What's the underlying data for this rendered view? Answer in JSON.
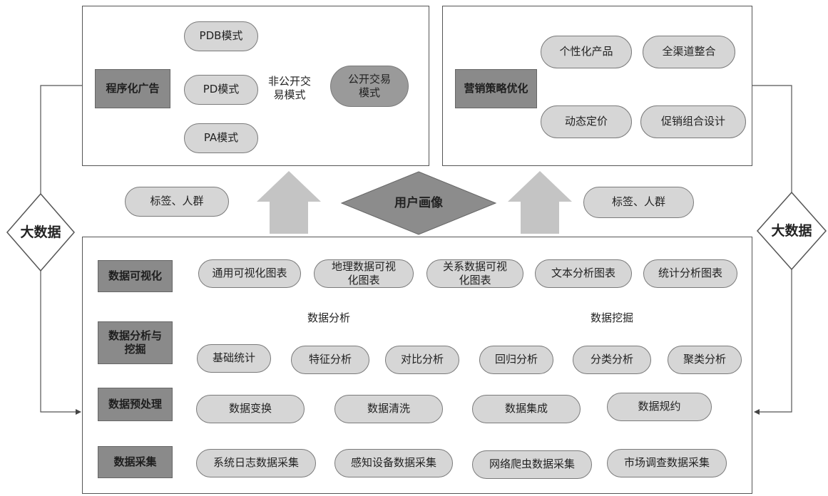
{
  "left_side": {
    "label": "大数据"
  },
  "right_side": {
    "label": "大数据"
  },
  "programmatic_ad": {
    "title": "程序化广告",
    "nodes": [
      "PDB模式",
      "PD模式",
      "PA模式"
    ],
    "non_public": "非公开交易模式",
    "public": "公开交易模式"
  },
  "marketing": {
    "title": "营销策略优化",
    "items": [
      "个性化产品",
      "全渠道整合",
      "动态定价",
      "促销组合设计"
    ]
  },
  "middle": {
    "tag_left": "标签、人群",
    "user_profile": "用户画像",
    "tag_right": "标签、人群"
  },
  "platform": {
    "visualization": {
      "title": "数据可视化",
      "items": [
        "通用可视化图表",
        "地理数据可视化图表",
        "关系数据可视化图表",
        "文本分析图表",
        "统计分析图表"
      ]
    },
    "analysis": {
      "title": "数据分析与挖掘",
      "analysis_label": "数据分析",
      "analysis_items": [
        "基础统计",
        "特征分析",
        "对比分析"
      ],
      "mining_label": "数据挖掘",
      "mining_items": [
        "回归分析",
        "分类分析",
        "聚类分析"
      ]
    },
    "preprocessing": {
      "title": "数据预处理",
      "items": [
        "数据变换",
        "数据清洗",
        "数据集成",
        "数据规约"
      ]
    },
    "collection": {
      "title": "数据采集",
      "items": [
        "系统日志数据采集",
        "感知设备数据采集",
        "网络爬虫数据采集",
        "市场调查数据采集"
      ]
    }
  }
}
